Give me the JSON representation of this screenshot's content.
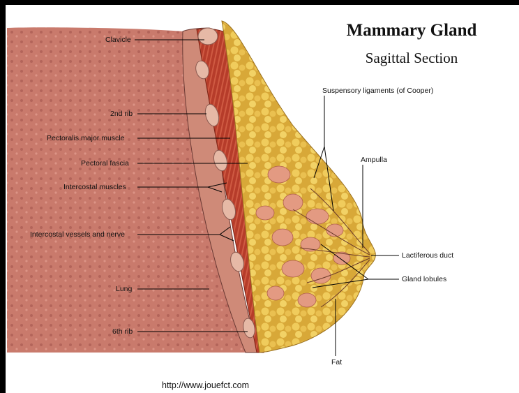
{
  "title": "Mammary Gland",
  "subtitle": "Sagittal Section",
  "labels": {
    "clavicle": "Clavicle",
    "rib2": "2nd rib",
    "pectoralis": "Pectoralis major muscle",
    "fascia": "Pectoral fascia",
    "intercostal_muscles": "Intercostal muscles",
    "intercostal_vessels": "Intercostal vessels and nerve",
    "lung": "Lung",
    "rib6": "6th rib",
    "suspensory": "Suspensory ligaments (of Cooper)",
    "ampulla": "Ampulla",
    "lactiferous": "Lactiferous duct",
    "gland_lobules": "Gland lobules",
    "fat": "Fat"
  },
  "url": "http://www.jouefct.com",
  "colors": {
    "background": "#000000",
    "panel": "#ffffff",
    "lung": "#c9786a",
    "muscle": "#b8402e",
    "fat": "#e8c04a",
    "gland": "#e0907a",
    "leader": "#000000"
  }
}
